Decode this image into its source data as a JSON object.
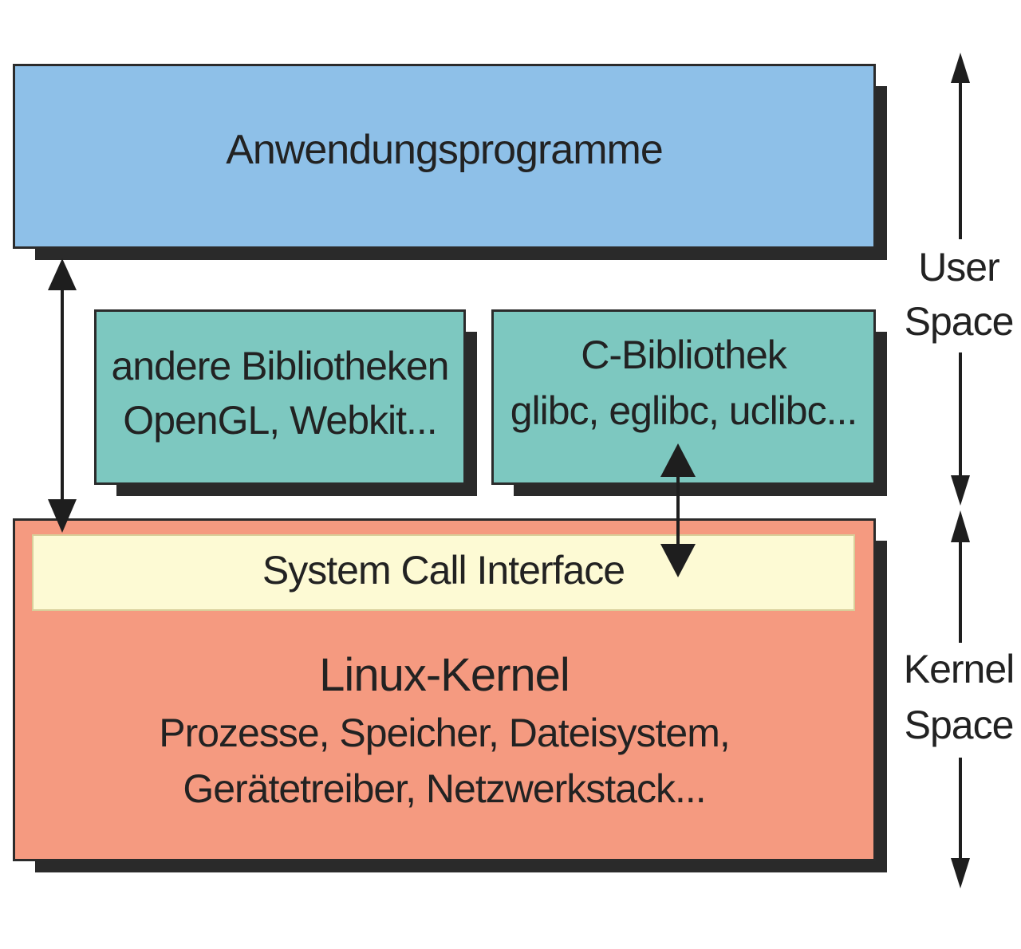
{
  "colors": {
    "application": "#8ec0e8",
    "libraries": "#7dc8c0",
    "syscall": "#fdfad4",
    "kernel": "#f59a80",
    "border": "#2b2b2b",
    "shadow": "#2a2a2a"
  },
  "layers": {
    "application": {
      "label": "Anwendungsprogramme"
    },
    "other_libraries": {
      "line1": "andere Bibliotheken",
      "line2": "OpenGL, Webkit..."
    },
    "c_library": {
      "line1": "C-Bibliothek",
      "line2": "glibc, eglibc, uclibc..."
    },
    "syscall_interface": {
      "label": "System Call Interface"
    },
    "kernel": {
      "title": "Linux-Kernel",
      "line1": "Prozesse, Speicher, Dateisystem,",
      "line2": "Gerätetreiber, Netzwerkstack..."
    }
  },
  "side_labels": {
    "user_space": {
      "line1": "User",
      "line2": "Space"
    },
    "kernel_space": {
      "line1": "Kernel",
      "line2": "Space"
    }
  }
}
